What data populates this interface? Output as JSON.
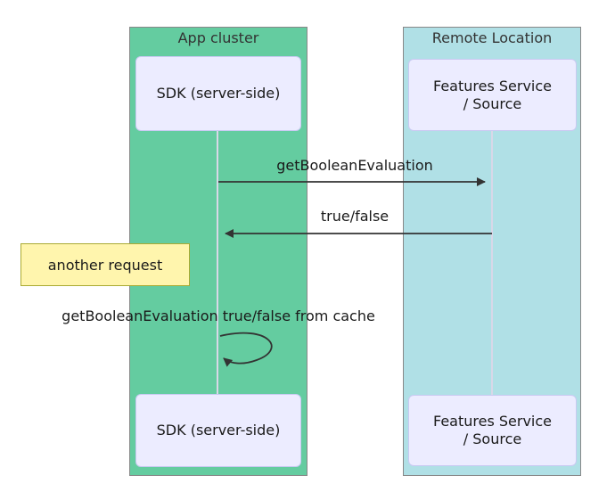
{
  "diagram_type": "sequence-diagram",
  "clusters": {
    "app": {
      "title": "App cluster",
      "fill": "#64CCA0"
    },
    "remote": {
      "title": "Remote Location",
      "fill": "#B0E0E6"
    }
  },
  "participants": {
    "sdk": {
      "label": "SDK (server-side)"
    },
    "features": {
      "label": "Features Service / Source",
      "line1": "Features Service",
      "line2": "/ Source"
    }
  },
  "messages": {
    "request": {
      "label": "getBooleanEvaluation",
      "from": "SDK (server-side)",
      "to": "Features Service / Source",
      "direction": "right"
    },
    "response": {
      "label": "true/false",
      "from": "Features Service / Source",
      "to": "SDK (server-side)",
      "direction": "left"
    },
    "cached": {
      "label": "getBooleanEvaluation true/false from cache",
      "from": "SDK (server-side)",
      "to": "SDK (server-side)",
      "direction": "self"
    }
  },
  "note": {
    "label": "another request"
  },
  "colors": {
    "app_cluster_fill": "#64CCA0",
    "remote_cluster_fill": "#B0E0E6",
    "cluster_border": "#888888",
    "actor_fill": "#ECECFF",
    "actor_border": "#C9C9F2",
    "lifeline": "#D8D8E8",
    "note_fill": "#FFF5AD",
    "note_border": "#AAAA33",
    "arrow": "#333333",
    "text": "#1A1A1A"
  }
}
